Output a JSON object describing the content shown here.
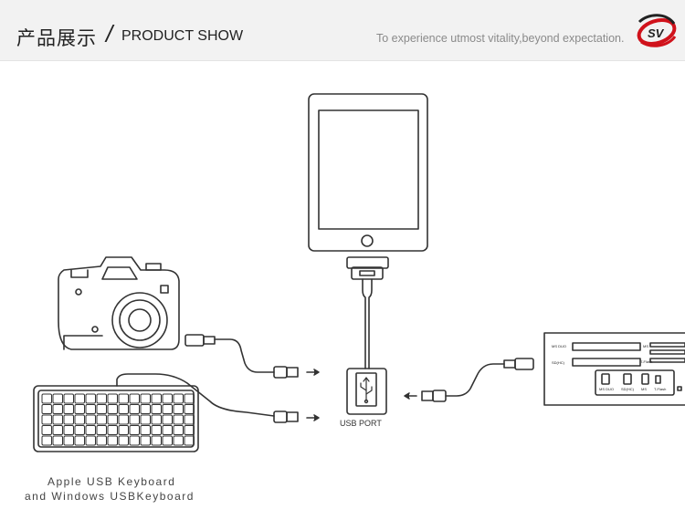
{
  "header": {
    "title_cn": "产品展示",
    "separator": "/",
    "title_en": "PRODUCT SHOW",
    "tagline": "To experience utmost vitality,beyond expectation.",
    "logo_text": "SV"
  },
  "diagram": {
    "hub_label": "USB PORT",
    "keyboard_label_line1": "Apple USB Keyboard",
    "keyboard_label_line2": "and Windows USBKeyboard",
    "card_reader": {
      "slot_ms_duo": "MS DUO",
      "slot_sd": "SD(HC)",
      "slot_ms": "MS",
      "slot_trans": "T-Flash",
      "bottom_labels": [
        "MS DUO",
        "SD(HC)",
        "MS",
        "T-Flash"
      ]
    }
  },
  "icons": {
    "logo": "brand-swirl-icon",
    "camera": "camera-icon",
    "keyboard": "keyboard-icon",
    "tablet": "tablet-icon",
    "card_reader": "card-reader-icon",
    "usb": "usb-symbol-icon"
  },
  "colors": {
    "header_bg": "#f2f2f2",
    "logo_red": "#d0121b",
    "line": "#333333"
  }
}
